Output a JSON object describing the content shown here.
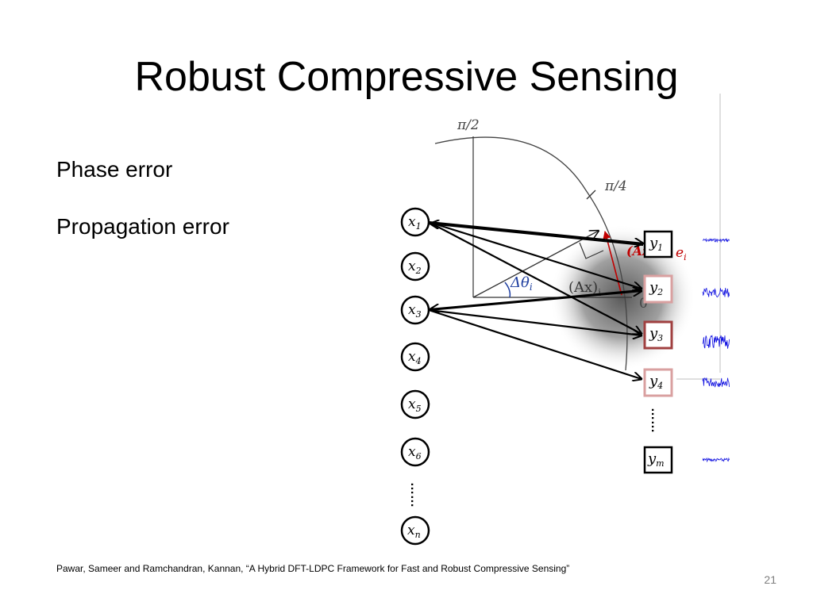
{
  "slide": {
    "title": "Robust Compressive Sensing",
    "bullets": [
      "Phase error",
      "Propagation error"
    ],
    "footnote": "Pawar, Sameer and Ramchandran, Kannan,  “A Hybrid DFT-LDPC Framework for Fast and Robust Compressive Sensing”",
    "page_number": "21"
  },
  "diagram": {
    "angle_labels": {
      "pi_over_2": "π/2",
      "pi_over_4": "π/4",
      "zero": "0"
    },
    "delta_theta_label": "Δθ",
    "delta_theta_subscript": "i",
    "ax_label": "(Ax)",
    "ax_subscript": "i",
    "error_label_a": "(Az)",
    "error_label_b": "e",
    "error_label_b_subscript": "i",
    "variable_nodes": [
      {
        "name": "x",
        "sub": "1"
      },
      {
        "name": "x",
        "sub": "2"
      },
      {
        "name": "x",
        "sub": "3"
      },
      {
        "name": "x",
        "sub": "4"
      },
      {
        "name": "x",
        "sub": "5"
      },
      {
        "name": "x",
        "sub": "6"
      },
      {
        "name": "x",
        "sub": "n"
      }
    ],
    "check_nodes": [
      {
        "name": "y",
        "sub": "1"
      },
      {
        "name": "y",
        "sub": "2"
      },
      {
        "name": "y",
        "sub": "3"
      },
      {
        "name": "y",
        "sub": "4"
      },
      {
        "name": "y",
        "sub": "m"
      }
    ],
    "ellipsis": "……",
    "colors": {
      "arrow": "#000000",
      "error_vector": "#c00000",
      "angle_arc": "#1f3fa0",
      "noise_signal": "#1010e0",
      "y_border_strong": "#000000",
      "y_border_light": "#d9a0a0",
      "y_border_dark": "#a04040"
    }
  }
}
